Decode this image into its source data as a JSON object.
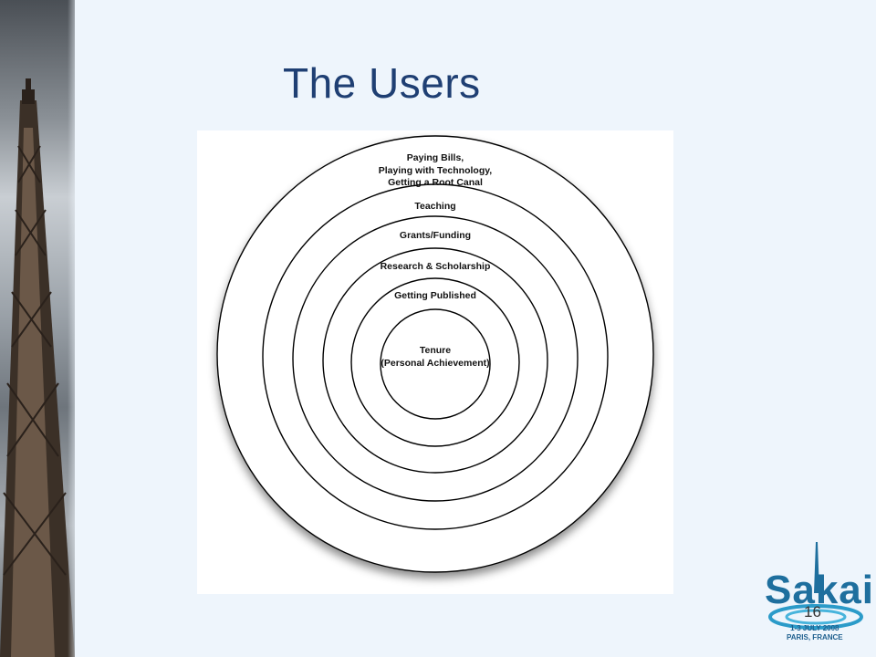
{
  "slide": {
    "title": "The Users",
    "page_number": "16"
  },
  "diagram": {
    "rings": [
      {
        "label_lines": [
          "Paying Bills,",
          "Playing with Technology,",
          "Getting a Root Canal"
        ]
      },
      {
        "label_lines": [
          "Teaching"
        ]
      },
      {
        "label_lines": [
          "Grants/Funding"
        ]
      },
      {
        "label_lines": [
          "Research & Scholarship"
        ]
      },
      {
        "label_lines": [
          "Getting Published"
        ]
      },
      {
        "label_lines": [
          "Tenure",
          "(Personal Achievement)"
        ]
      }
    ]
  },
  "logo": {
    "word": "Sakai",
    "date_line": "1-3 JULY 2008",
    "place_line": "PARIS, FRANCE",
    "accent": "#1e6f9e"
  }
}
